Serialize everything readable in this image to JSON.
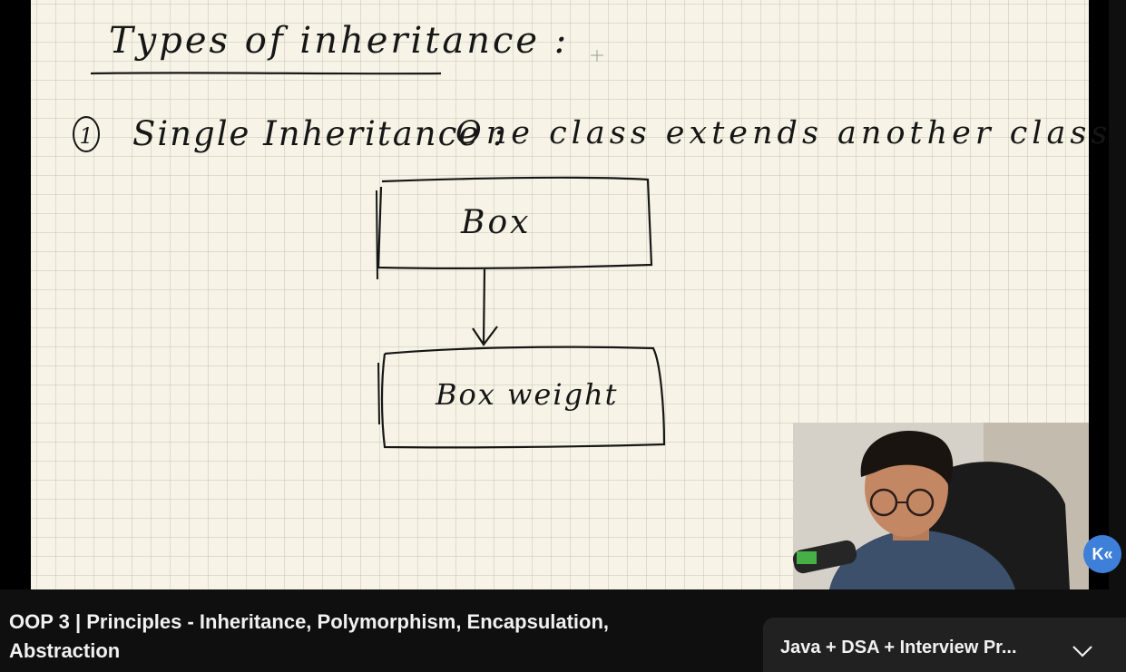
{
  "whiteboard": {
    "heading": "Types of inheritance :",
    "point_number": "1",
    "point_text": "Single Inheritance :",
    "description": "One class extends another class",
    "parent_box_label": "Box",
    "child_box_label": "Box weight"
  },
  "player": {
    "skip_icon_glyph": "K«"
  },
  "video": {
    "title": "OOP 3 | Principles - Inheritance, Polymorphism, Encapsulation, Abstraction"
  },
  "playlist": {
    "title": "Java + DSA + Interview Pr..."
  },
  "icons": {
    "skip": "skip-previous-icon",
    "collapse": "chevron-down-icon",
    "cursor": "crosshair-cursor-icon"
  },
  "colors": {
    "page": "#f7f4e7",
    "ink": "#161616",
    "skip_button": "#3e7fd9",
    "background": "#0f0f0f",
    "panel": "#212121"
  }
}
